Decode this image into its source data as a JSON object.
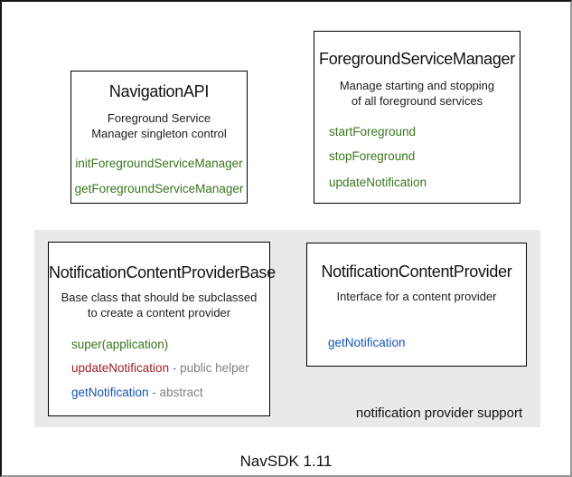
{
  "colors": {
    "method_green": "#38761d",
    "method_red": "#9e2024",
    "method_blue": "#1355b4",
    "suffix_gray": "#808080",
    "panel_gray": "#e9e9e9"
  },
  "boxes": {
    "navigation_api": {
      "title": "NavigationAPI",
      "description": [
        "Foreground Service",
        "Manager singleton control"
      ],
      "methods": [
        "initForegroundServiceManager",
        "getForegroundServiceManager"
      ]
    },
    "foreground_service_manager": {
      "title": "ForegroundServiceManager",
      "description": [
        "Manage starting and stopping",
        "of all foreground services"
      ],
      "methods": [
        "startForeground",
        "stopForeground",
        "updateNotification"
      ]
    },
    "notification_content_provider_base": {
      "title": "NotificationContentProviderBase",
      "description": [
        "Base class that should be subclassed",
        "to create a content provider"
      ],
      "members": [
        {
          "name": "super(application)",
          "suffix": ""
        },
        {
          "name": "updateNotification",
          "suffix": " - public helper"
        },
        {
          "name": "getNotification",
          "suffix": " - abstract"
        }
      ]
    },
    "notification_content_provider": {
      "title": "NotificationContentProvider",
      "description": [
        "Interface for a content provider"
      ],
      "methods": [
        "getNotification"
      ]
    }
  },
  "panel": {
    "caption": "notification provider support"
  },
  "footer": {
    "label": "NavSDK 1.11"
  }
}
